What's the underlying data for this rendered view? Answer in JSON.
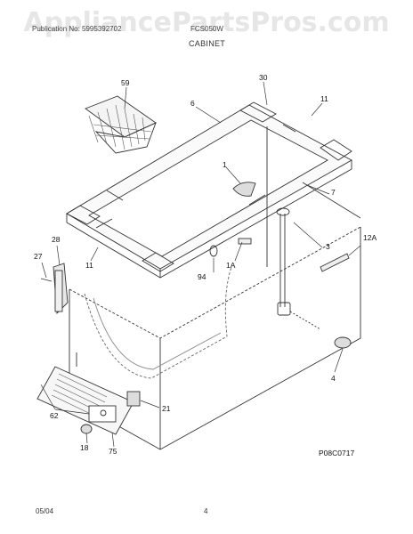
{
  "watermark": "AppliancePartsPros.com",
  "header": {
    "left": "Publication No: 5995392702",
    "right": "FCS050W",
    "section": "CABINET"
  },
  "callouts": {
    "c59": "59",
    "c30": "30",
    "c6": "6",
    "c11a": "11",
    "c1": "1",
    "c7": "7",
    "c3": "3",
    "c12a": "12A",
    "c28": "28",
    "c27": "27",
    "c11b": "11",
    "c1a": "1A",
    "c94": "94",
    "c4": "4",
    "c21": "21",
    "c62": "62",
    "c18": "18",
    "c75": "75"
  },
  "diagram_code": "P08C0717",
  "footer": {
    "date": "05/04",
    "page": "4"
  }
}
